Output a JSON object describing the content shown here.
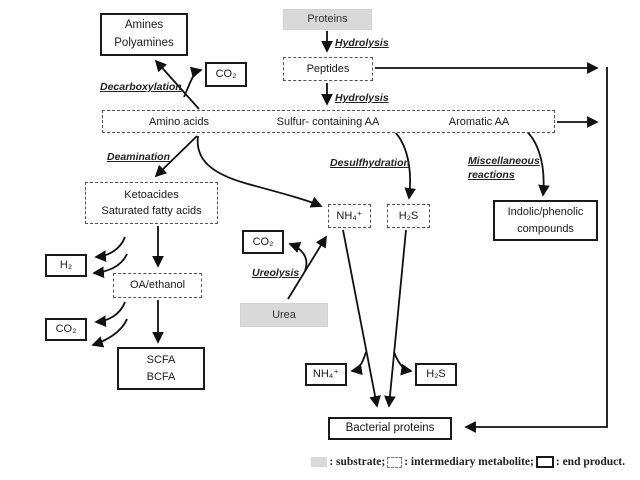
{
  "figure": {
    "boxes": {
      "amines": {
        "line1": "Amines",
        "line2": "Polyamines"
      },
      "co2_top": {
        "line1": "CO₂"
      },
      "proteins": {
        "line1": "Proteins"
      },
      "peptides": {
        "line1": "Peptides"
      },
      "amino_acids": {
        "line1": "Amino acids"
      },
      "sulfur_aa": {
        "line1": "Sulfur- containing AA"
      },
      "aromatic_aa": {
        "line1": "Aromatic AA"
      },
      "ketoacids": {
        "line1": "Ketoacides",
        "line2": "Saturated fatty acids"
      },
      "nh4_mid": {
        "line1": "NH₄⁺"
      },
      "h2s_mid": {
        "line1": "H₂S"
      },
      "co2_mid": {
        "line1": "CO₂"
      },
      "indolic": {
        "line1": "Indolic/phenolic",
        "line2": "compounds"
      },
      "h2": {
        "line1": "H₂"
      },
      "oa_ethanol": {
        "line1": "OA/ethanol"
      },
      "co2_left": {
        "line1": "CO₂"
      },
      "scfa": {
        "line1": "SCFA",
        "line2": "BCFA"
      },
      "urea": {
        "line1": "Urea"
      },
      "nh4_end": {
        "line1": "NH₄⁺"
      },
      "h2s_end": {
        "line1": "H₂S"
      },
      "bacterial": {
        "line1": "Bacterial proteins"
      }
    },
    "process_labels": {
      "hydrolysis_1": "Hydrolysis",
      "hydrolysis_2": "Hydrolysis",
      "decarboxylation": "Decarboxylation",
      "deamination": "Deamination",
      "desulfhydration": "Desulfhydration",
      "miscellaneous_line1": "Miscellaneous",
      "miscellaneous_line2": "reactions",
      "ureolysis": "Ureolysis"
    },
    "legend": {
      "substrate": ": substrate;",
      "intermediary": ": intermediary metabolite;",
      "end_product": ": end product."
    },
    "colors": {
      "substrate_fill": "#d9d9d9",
      "line": "#111111"
    }
  }
}
